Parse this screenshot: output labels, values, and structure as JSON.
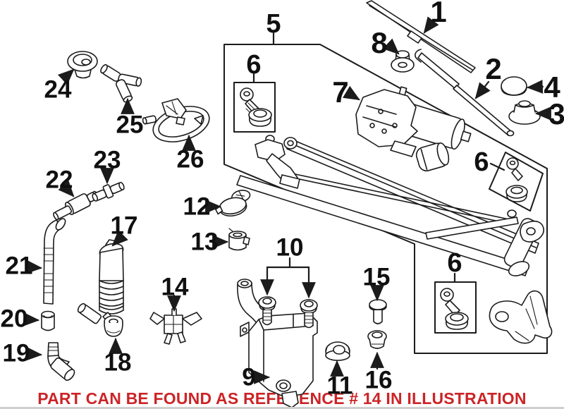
{
  "diagram": {
    "kind": "exploded-parts-illustration",
    "colors": {
      "line": "#1b1b1b",
      "background": "#ffffff",
      "caption_red": "#cc2427"
    }
  },
  "caption": {
    "text": "PART CAN BE FOUND AS REFERENCE # 14 IN ILLUSTRATION",
    "color": "#cc2427"
  },
  "callouts": {
    "1": "1",
    "2": "2",
    "3": "3",
    "4": "4",
    "5": "5",
    "6a": "6",
    "6b": "6",
    "6c": "6",
    "7": "7",
    "8": "8",
    "9": "9",
    "10": "10",
    "11": "11",
    "12": "12",
    "13": "13",
    "14": "14",
    "15": "15",
    "16": "16",
    "17": "17",
    "18": "18",
    "19": "19",
    "20": "20",
    "21": "21",
    "22": "22",
    "23": "23",
    "24": "24",
    "25": "25",
    "26": "26"
  },
  "parts": {
    "1": "wiper-blade",
    "2": "wiper-arm",
    "3": "wiper-arm-nut",
    "4": "wiper-arm-cap",
    "5": "wiper-linkage-assembly",
    "6": "mounting-screw-and-grommet-kit",
    "7": "wiper-motor",
    "8": "pivot-cap",
    "9": "washer-reservoir",
    "10": "reservoir-screws",
    "11": "reservoir-grommet",
    "12": "reservoir-cap",
    "13": "hose-clip",
    "14": "hose-bracket",
    "15": "push-rivet",
    "16": "rivet-grommet",
    "17": "washer-pump",
    "18": "pump-grommet",
    "19": "hose-elbow",
    "20": "hose-sleeve",
    "21": "washer-hose",
    "22": "check-valve",
    "23": "hose-connector",
    "24": "grommet-cap",
    "25": "y-hose-connector",
    "26": "washer-nozzle"
  }
}
